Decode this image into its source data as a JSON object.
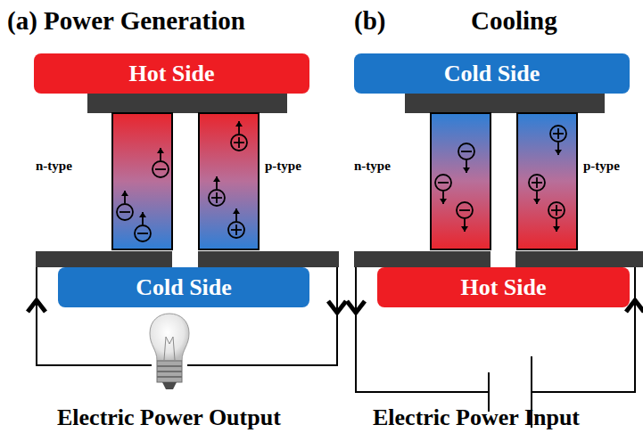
{
  "diagram": {
    "nodes": [
      {
        "text": [
          "Hot Side"
        ]
      },
      {
        "text": [
          "Cold Side"
        ]
      },
      {
        "text": [
          "Cold Side"
        ]
      },
      {
        "text": [
          "Hot Side"
        ]
      }
    ],
    "labels": [
      "(a) Power Generation",
      "(b)",
      "Cooling",
      "n-type",
      "p-type",
      "Electric Power Output",
      "n-type",
      "p-type",
      "Electric Power Input"
    ]
  }
}
